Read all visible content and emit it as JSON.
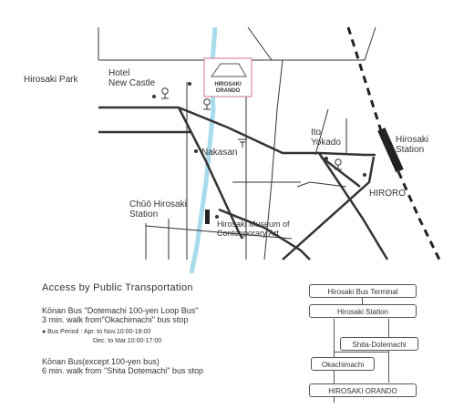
{
  "map": {
    "labels": {
      "hirosaki_park": "Hirosaki Park",
      "hotel_new_castle": "Hotel\nNew Castle",
      "logo_line1": "HIROSAKI",
      "logo_line2": "ORANDO",
      "nakasan": "Nakasan",
      "ito_yokado": "Ito\nYokado",
      "hirosaki_station": "Hirosaki\nStation",
      "hiroro": "HIRORO",
      "chuo_station": "Chūō Hirosaki\nStation",
      "museum": "Hirosaki Museum of\nContenporary Art"
    },
    "colors": {
      "river": "#a8dcec",
      "road": "#333333",
      "logo_pink": "#d98aa5",
      "rail": "#222222"
    },
    "icons": [
      "post-office-icon",
      "bank-icon",
      "rail-dashed-line"
    ]
  },
  "access": {
    "title": "Access by Public Transportation",
    "loop_bus_line1": "Kōnan Bus \"Dotemachi 100-yen Loop Bus\"",
    "loop_bus_line2": "3 min. walk from\"Okachimachi\" bus stop",
    "period_line1": "● Bus Period : Apr. to Nov.10:00-18:00",
    "period_line2": "Dec. to Mar.10:00-17:00",
    "bus_line1": "Kōnan Bus(except 100-yen bus)",
    "bus_line2": "6 min. walk from \"Shita Dotemachi\" bus stop"
  },
  "route": {
    "stops": [
      "Hirosaki Bus Terminal",
      "Hirosaki Station",
      "Shita-Dotemachi",
      "Okachimachi",
      "HIROSAKI ORANDO"
    ]
  }
}
